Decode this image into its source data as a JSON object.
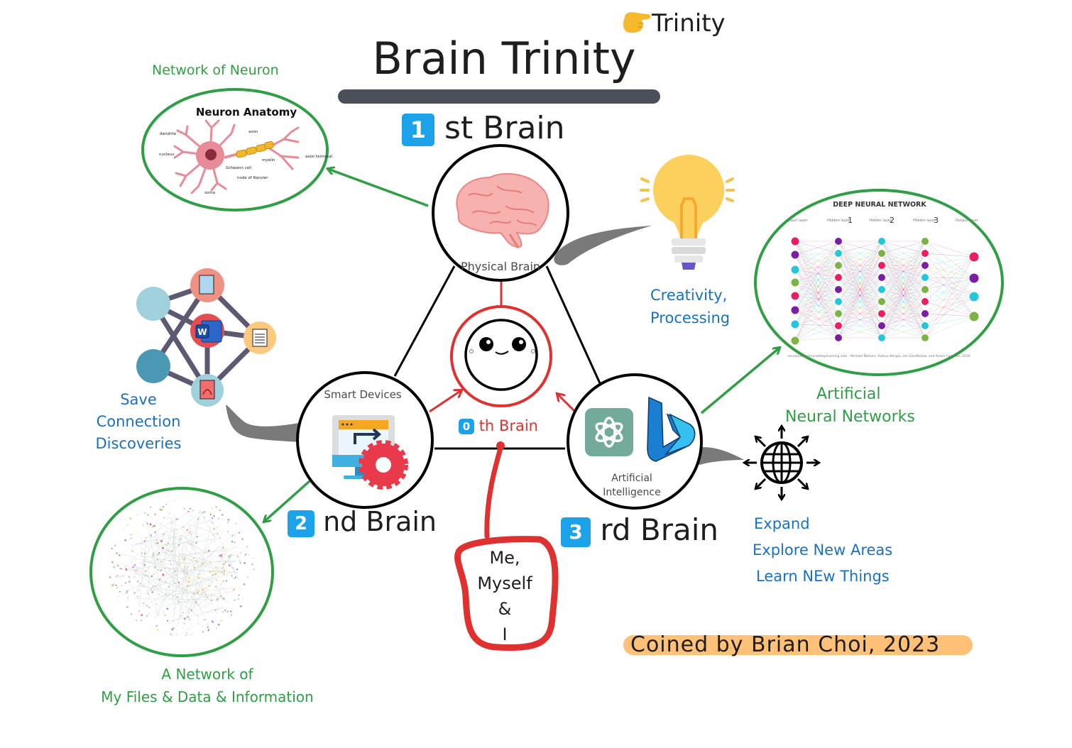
{
  "title": "Brain Trinity",
  "trinity_tag": {
    "icon": "pointing-hand-icon",
    "label": "Trinity"
  },
  "brains": {
    "first": {
      "number": "1",
      "suffix": "st Brain",
      "node_label": "Physical Brain",
      "icon": "brain-icon"
    },
    "second": {
      "number": "2",
      "suffix": "nd Brain",
      "node_label": "Smart Devices",
      "icon": "computer-gear-icon"
    },
    "third": {
      "number": "3",
      "suffix": "rd Brain",
      "node_label_line1": "Artificial",
      "node_label_line2": "Intelligence",
      "icons": [
        "chatgpt-icon",
        "bing-icon"
      ]
    },
    "zeroth": {
      "number": "0",
      "suffix": "th Brain",
      "icon": "smiley-face-icon"
    }
  },
  "me_box": {
    "lines": [
      "Me,",
      "Myself",
      "&",
      "I"
    ]
  },
  "neuron": {
    "caption": "Network of Neuron",
    "image_title": "Neuron Anatomy",
    "labels": [
      "dendrite",
      "nucleus",
      "axon",
      "myelin",
      "axon terminal",
      "Schwann cell",
      "node of Ranvier",
      "soma"
    ]
  },
  "dnn": {
    "image_title": "DEEP NEURAL NETWORK",
    "layers": [
      {
        "label": "Input layer",
        "num": ""
      },
      {
        "label": "Hidden layer",
        "num": "1"
      },
      {
        "label": "Hidden layer",
        "num": "2"
      },
      {
        "label": "Hidden layer",
        "num": "3"
      },
      {
        "label": "Output layer",
        "num": ""
      }
    ],
    "credit": "neuralnetworksanddeeplearning.com - Michael Nielsen, Yoshua Bengio, Ian Goodfellow, and Aaron Courville, 2016",
    "caption_line1": "Artificial",
    "caption_line2": "Neural Networks"
  },
  "creativity": {
    "icon": "lightbulb-icon",
    "line1": "Creativity,",
    "line2": "Processing"
  },
  "save": {
    "line1": "Save",
    "line2": "Connection",
    "line3": "Discoveries",
    "file_labels": [
      "PSD",
      "Word",
      "Markdown",
      "PDF"
    ]
  },
  "files_network": {
    "line1": "A Network of",
    "line2": "My Files & Data & Information"
  },
  "expand": {
    "icon": "globe-expand-icon",
    "lines": [
      "Expand",
      "Explore New Areas",
      "Learn NEw Things"
    ]
  },
  "credit": "Coined by Brian Choi, 2023",
  "colors": {
    "green": "#2f9e44",
    "blue": "#1971c2",
    "red": "#e03131",
    "badge": "#1ca2e8",
    "highlight": "#ffc078",
    "underline": "#495057"
  }
}
